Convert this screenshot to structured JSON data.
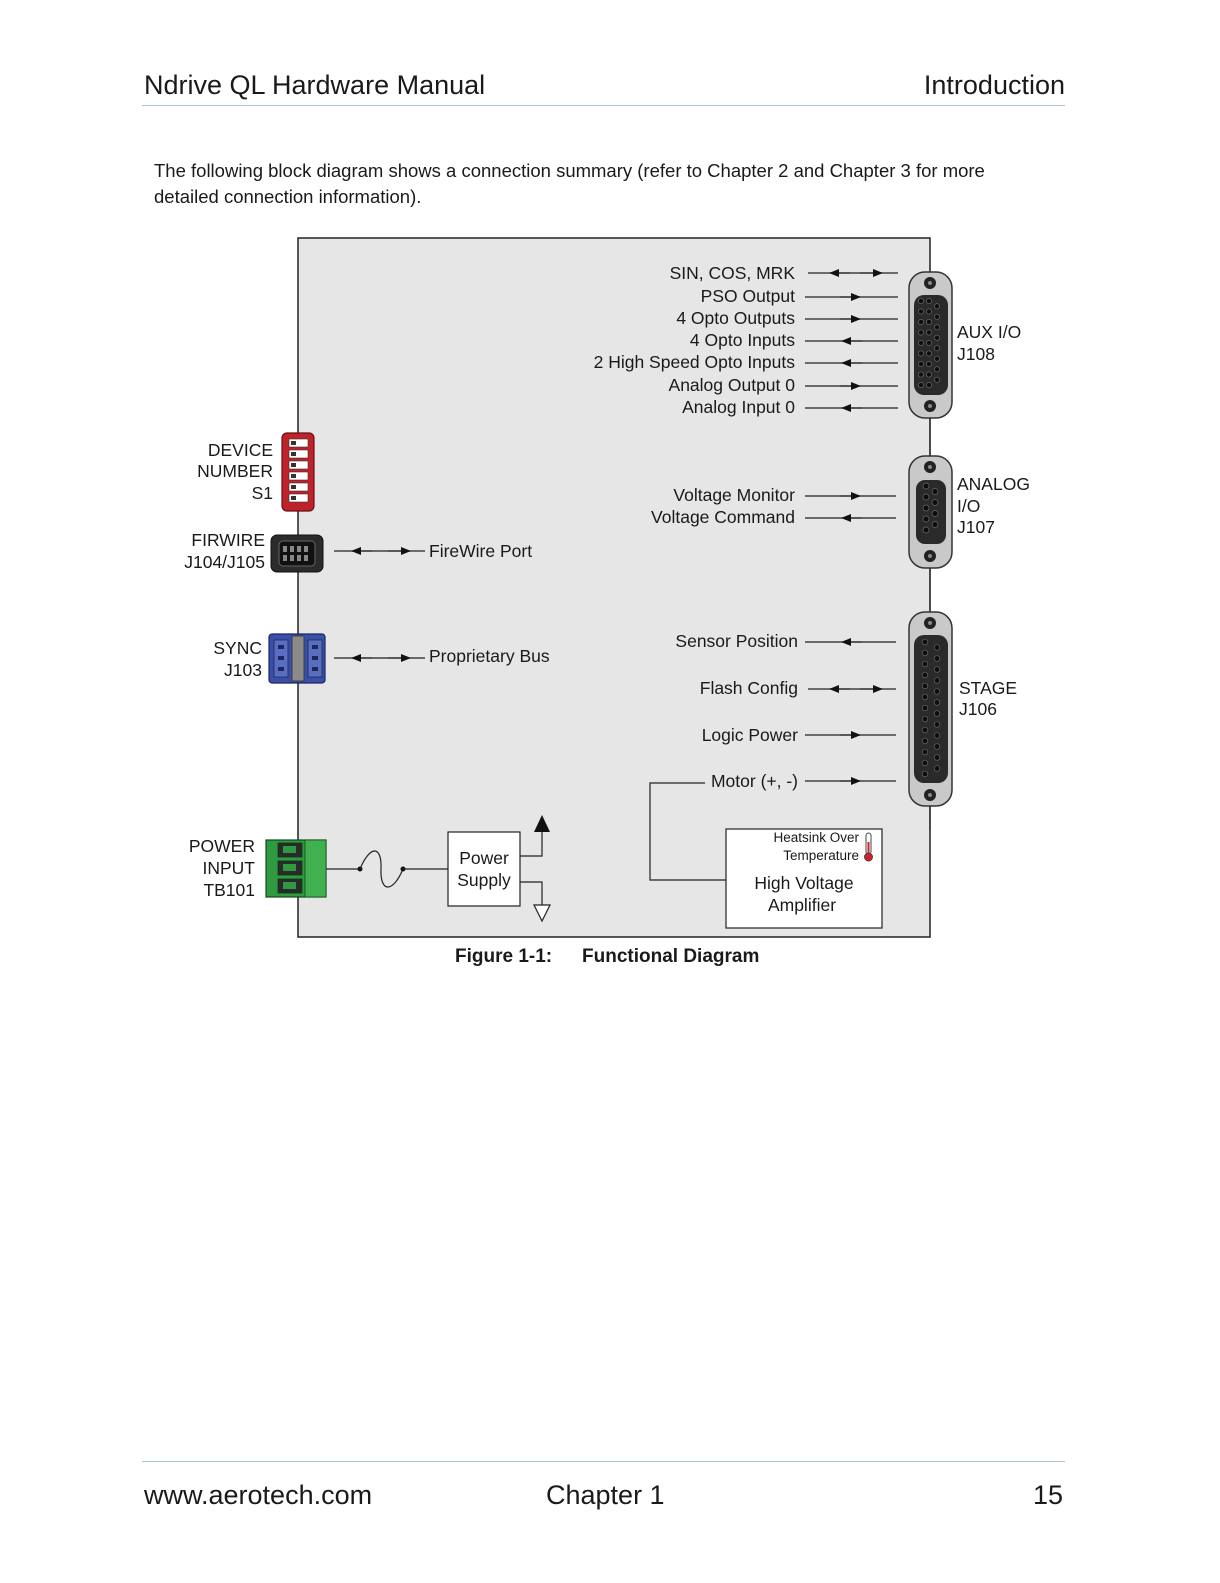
{
  "header": {
    "title": "Ndrive QL Hardware Manual",
    "section": "Introduction"
  },
  "intro_text": "The following block diagram shows a connection summary (refer to Chapter 2 and Chapter 3 for more detailed connection information).",
  "diagram": {
    "aux_signals": [
      "SIN, COS, MRK",
      "PSO Output",
      "4 Opto Outputs",
      "4 Opto Inputs",
      "2 High Speed Opto Inputs",
      "Analog Output 0",
      "Analog Input 0"
    ],
    "aux_connector": [
      "AUX I/O",
      "J108"
    ],
    "analog_signals": [
      "Voltage Monitor",
      "Voltage Command"
    ],
    "analog_connector": [
      "ANALOG",
      "I/O",
      "J107"
    ],
    "stage_signals": [
      "Sensor Position",
      "Flash Config",
      "Logic Power",
      "Motor (+, -)"
    ],
    "stage_connector": [
      "STAGE",
      "J106"
    ],
    "device_number": [
      "DEVICE",
      "NUMBER",
      "S1"
    ],
    "firewire": [
      "FIRWIRE",
      "J104/J105"
    ],
    "firewire_port": "FireWire Port",
    "sync": [
      "SYNC",
      "J103"
    ],
    "proprietary_bus": "Proprietary Bus",
    "power_input": [
      "POWER",
      "INPUT",
      "TB101"
    ],
    "power_supply": [
      "Power",
      "Supply"
    ],
    "heatsink": [
      "Heatsink Over",
      "Temperature"
    ],
    "amplifier": [
      "High Voltage",
      "Amplifier"
    ],
    "colors": {
      "panel": "#e6e6e6",
      "dip_switch": "#c0222b",
      "sync_connector": "#3a4fa8",
      "terminal_block": "#2f9a3f",
      "thermometer": "#d0202a"
    }
  },
  "caption": {
    "number": "Figure 1-1:",
    "title": "Functional Diagram"
  },
  "footer": {
    "website": "www.aerotech.com",
    "chapter": "Chapter 1",
    "page": "15"
  }
}
